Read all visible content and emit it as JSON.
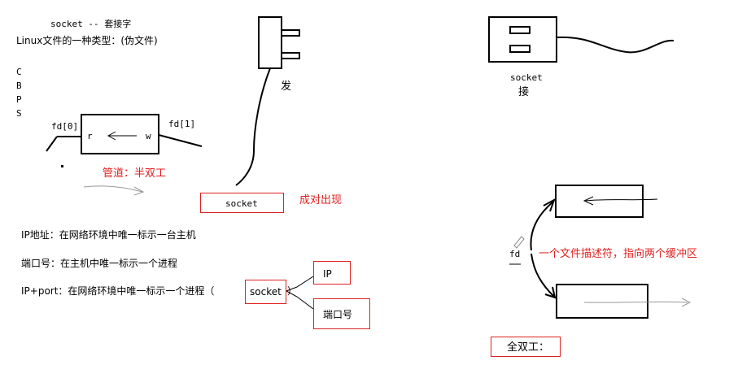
{
  "title": "socket -- 套接字",
  "subtitle": "Linux文件的一种类型：(伪文件)",
  "file_types": [
    "C",
    "B",
    "P",
    "S"
  ],
  "pipe": {
    "fd0": "fd[0]",
    "fd1": "fd[1]",
    "r": "r",
    "w": "w",
    "label": "管道：半双工"
  },
  "plug": {
    "send": "发"
  },
  "socket_center": {
    "label": "socket",
    "paired": "成对出现"
  },
  "socket_right": {
    "label": "socket",
    "receive": "接"
  },
  "ip_lines": {
    "ip_address": "IP地址：在网络环境中唯一标示一台主机",
    "port": "端口号：在主机中唯一标示一个进程",
    "ip_port_prefix": "IP+port：在网络环境中唯一标示一个进程（",
    "ip_port_socket": "socket",
    "ip_port_suffix": "）",
    "ip_box": "IP",
    "port_box": "端口号"
  },
  "full_duplex": {
    "fd": "fd",
    "note": "一个文件描述符，指向两个缓冲区",
    "label": "全双工："
  },
  "colors": {
    "annotation": "#e02020",
    "ink": "#000000"
  }
}
